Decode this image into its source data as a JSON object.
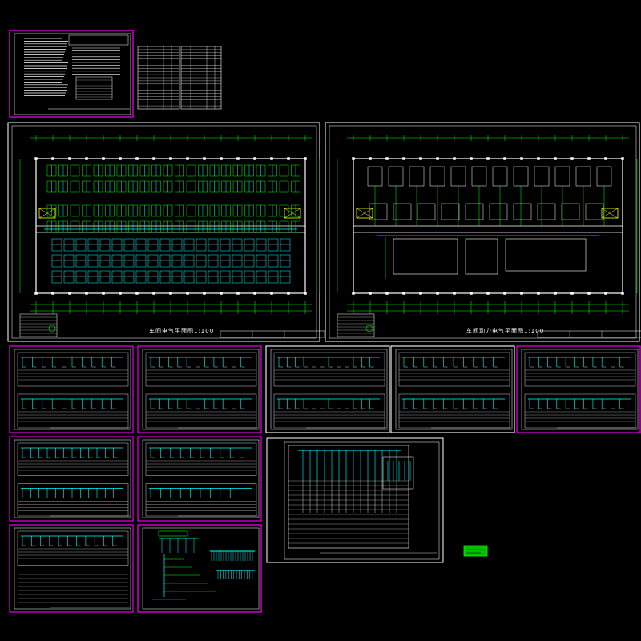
{
  "colors": {
    "background": "#000000",
    "frame_white": "#ffffff",
    "frame_magenta": "#ff00ff",
    "cyan": "#00ffff",
    "green": "#00ff00",
    "yellow": "#ffff00",
    "red": "#ff0000",
    "blue": "#3a5aff"
  },
  "sheets": [
    {
      "id": "cover-legend",
      "frame": "magenta",
      "kind": "text-sheet"
    },
    {
      "id": "equipment-table",
      "frame": "none",
      "kind": "table"
    },
    {
      "id": "floor-plan-lighting",
      "frame": "white",
      "kind": "floor-plan-dense"
    },
    {
      "id": "floor-plan-power",
      "frame": "white",
      "kind": "floor-plan-sparse"
    },
    {
      "id": "system-diagram-1",
      "frame": "magenta",
      "kind": "system"
    },
    {
      "id": "system-diagram-2",
      "frame": "magenta",
      "kind": "system"
    },
    {
      "id": "system-diagram-3",
      "frame": "white",
      "kind": "system"
    },
    {
      "id": "system-diagram-4",
      "frame": "white",
      "kind": "system"
    },
    {
      "id": "system-diagram-5",
      "frame": "magenta",
      "kind": "system"
    },
    {
      "id": "system-diagram-6",
      "frame": "magenta",
      "kind": "system"
    },
    {
      "id": "system-diagram-7",
      "frame": "magenta",
      "kind": "system"
    },
    {
      "id": "distribution-schedule",
      "frame": "white",
      "kind": "schedule"
    },
    {
      "id": "system-diagram-8",
      "frame": "magenta",
      "kind": "system-table"
    },
    {
      "id": "riser-diagram",
      "frame": "magenta",
      "kind": "riser"
    },
    {
      "id": "stamp",
      "frame": "green",
      "kind": "stamp"
    }
  ],
  "captions": {
    "plan_left": "车间电气平面图1:100",
    "plan_right": "车间动力电气平面图1:100"
  }
}
